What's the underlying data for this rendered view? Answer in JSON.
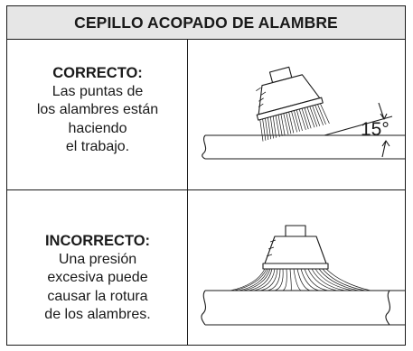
{
  "title": "CEPILLO ACOPADO DE ALAMBRE",
  "rows": [
    {
      "heading": "CORRECTO:",
      "lines": [
        "Las puntas de",
        "los alambres están",
        "haciendo",
        "el trabajo."
      ],
      "angle_label": "15°"
    },
    {
      "heading": "INCORRECTO:",
      "lines": [
        "Una presión",
        "excesiva puede",
        "causar la rotura",
        "de los alambres."
      ]
    }
  ]
}
